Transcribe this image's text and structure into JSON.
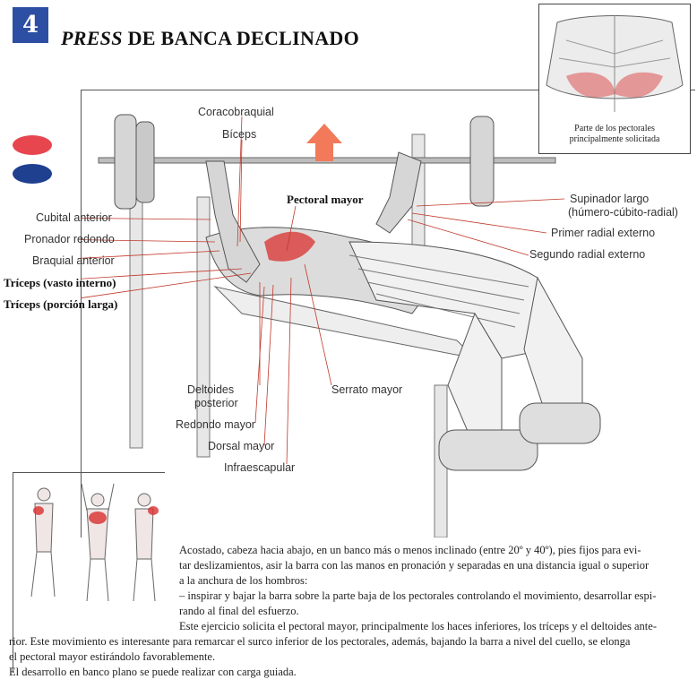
{
  "header": {
    "number": "4",
    "title_italic": "PRESS",
    "title_rest": " DE BANCA DECLINADO"
  },
  "inset": {
    "caption_line1": "Parte de los pectorales",
    "caption_line2": "principalmente solicitada"
  },
  "labels": {
    "coracobraquial": "Coracobraquial",
    "biceps": "Bíceps",
    "pectoral_mayor": "Pectoral mayor",
    "cubital_anterior": "Cubital anterior",
    "pronador_redondo": "Pronador redondo",
    "braquial_anterior": "Braquial anterior",
    "triceps_vasto": "Tríceps (vasto interno)",
    "triceps_larga": "Tríceps (porción larga)",
    "supinador_1": "Supinador largo",
    "supinador_2": "(húmero-cúbito-radial)",
    "primer_radial": "Primer radial externo",
    "segundo_radial": "Segundo radial externo",
    "deltoides_1": "Deltoides",
    "deltoides_2": "posterior",
    "serrato": "Serrato mayor",
    "redondo_mayor": "Redondo mayor",
    "dorsal_mayor": "Dorsal mayor",
    "infraescapular": "Infraescapular"
  },
  "description": {
    "line1": "Acostado, cabeza hacia abajo, en un banco más o menos inclinado (entre 20º y 40º), pies fijos para evi-",
    "line2": "tar deslizamientos, asir la barra con las manos en pronación y separadas en una distancia igual o superior",
    "line3": "a la anchura de los hombros:",
    "line4": "–  inspirar y bajar la barra sobre la parte baja de los pectorales controlando el movimiento, desarrollar espi-",
    "line5": "rando al final del esfuerzo.",
    "line6": "Este ejercicio solicita el pectoral mayor, principalmente los haces inferiores, los tríceps y el deltoides ante-",
    "line7": "rior. Este movimiento es interesante para remarcar el surco inferior de los pectorales, además, bajando la barra a nivel del cuello, se elonga",
    "line8": "el pectoral mayor estirándolo favorablemente.",
    "line9": "El desarrollo en banco plano se puede realizar con carga guiada."
  },
  "colors": {
    "badge_blue": "#2d4fa3",
    "dot_red": "#e8464f",
    "dot_blue": "#1f3f8f",
    "arrow": "#f27a5a",
    "muscle_red": "#d9302f"
  }
}
